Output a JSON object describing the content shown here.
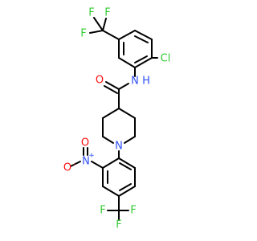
{
  "atoms": {
    "F1": {
      "text": "F",
      "color": "#33cc33"
    },
    "F2": {
      "text": "F",
      "color": "#33cc33"
    },
    "F3": {
      "text": "F",
      "color": "#33cc33"
    },
    "Cl": {
      "text": "Cl",
      "color": "#33cc33"
    },
    "NH": {
      "text": "N",
      "color": "#3050f8"
    },
    "H": {
      "text": "H",
      "color": "#3050f8"
    },
    "O_amide": {
      "text": "O",
      "color": "#ff0d0d"
    },
    "N_pip": {
      "text": "N",
      "color": "#3050f8"
    },
    "N_nitro": {
      "text": "N",
      "color": "#3050f8"
    },
    "nitro_plus": {
      "text": "+",
      "color": "#3050f8"
    },
    "O_nitro1": {
      "text": "O",
      "color": "#ff0d0d"
    },
    "O_nitro1_minus": {
      "text": "-",
      "color": "#ff0d0d"
    },
    "O_nitro2": {
      "text": "O",
      "color": "#ff0d0d"
    },
    "F4": {
      "text": "F",
      "color": "#33cc33"
    },
    "F5": {
      "text": "F",
      "color": "#33cc33"
    },
    "F6": {
      "text": "F",
      "color": "#33cc33"
    }
  }
}
